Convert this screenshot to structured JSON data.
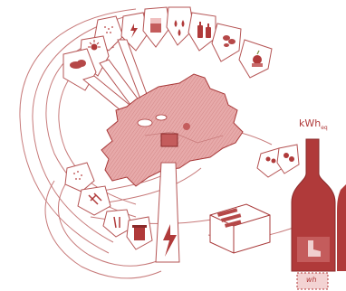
{
  "illustration": {
    "unit_label": "kWh",
    "unit_subscript": "eq",
    "label_note": "wh",
    "colors": {
      "ink": "#a83838",
      "fill": "#e3a3a3",
      "fill_light": "#f3d3d3",
      "bottle": "#b03a3a",
      "paper": "#ffffff"
    },
    "icons": [
      "sun-rays-icon",
      "rain-drops-icon",
      "lightning-icon",
      "glass-icon",
      "drops-icon",
      "bottles-icon",
      "produce-icon",
      "apple-icon",
      "cloud-icon",
      "wind-icon",
      "ladder-icon",
      "trash-bin-icon",
      "plants-icon",
      "crate-icon",
      "bottle-icon",
      "boot-icon"
    ]
  }
}
